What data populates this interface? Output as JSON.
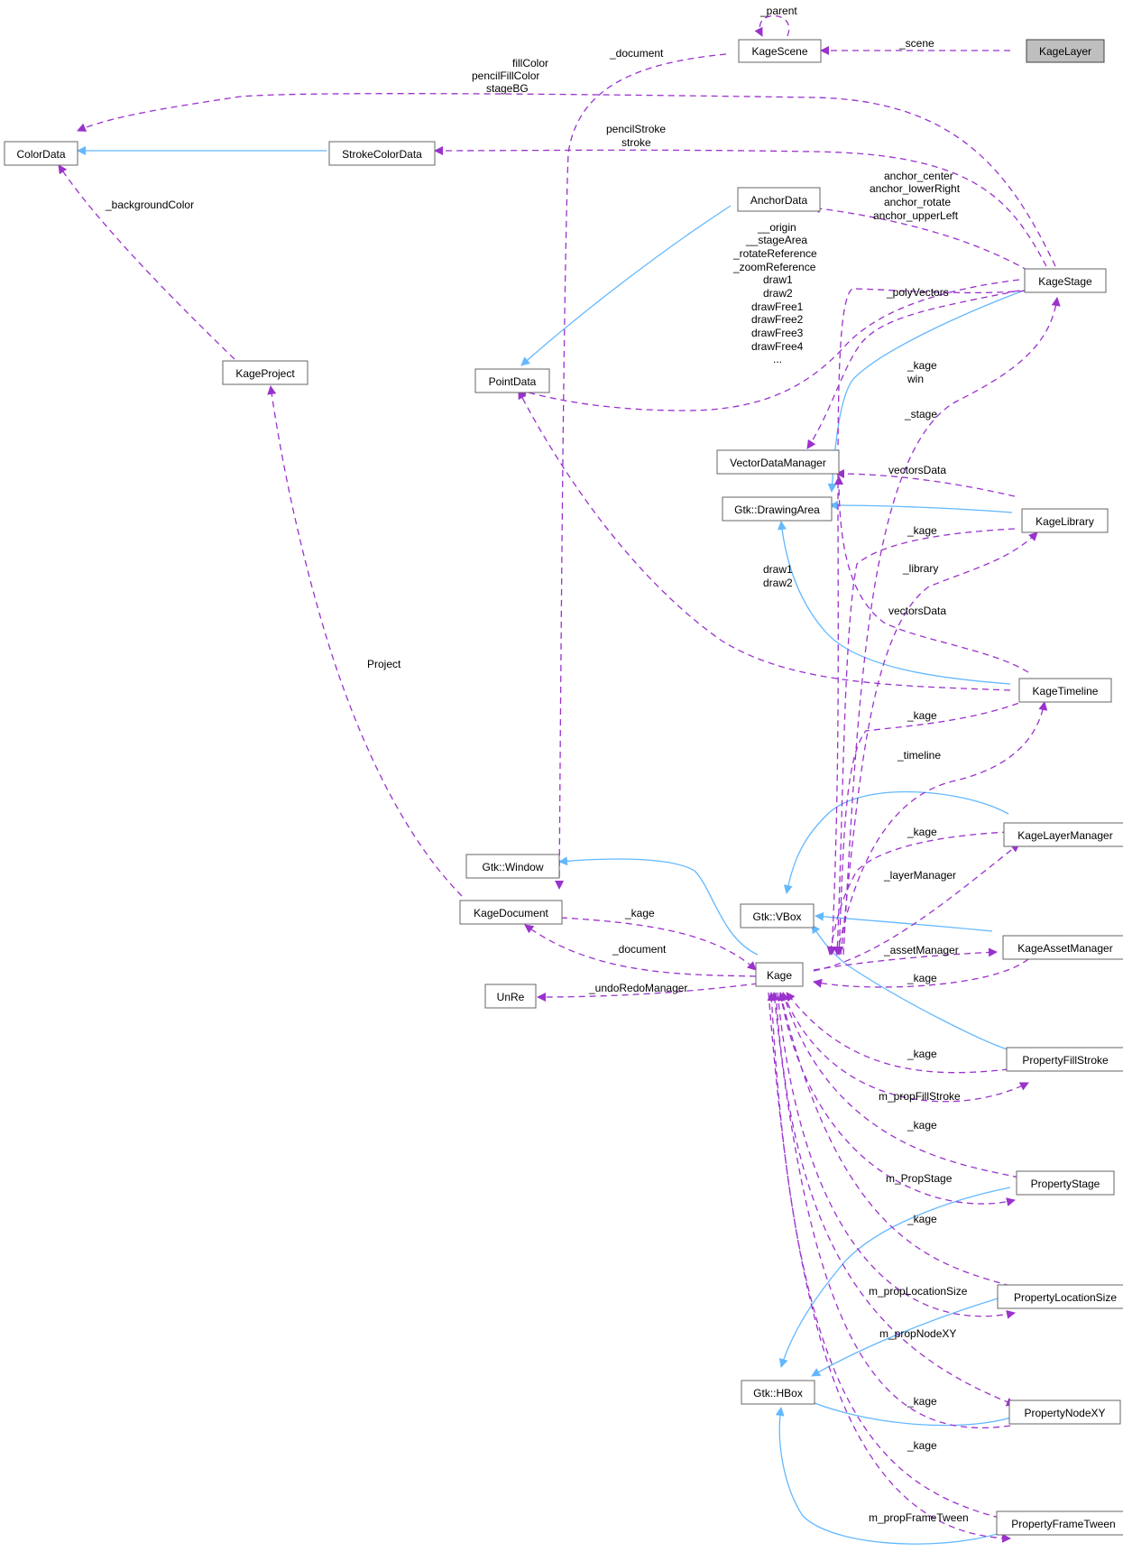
{
  "nodes": [
    {
      "id": "KageLayer",
      "label": "KageLayer",
      "highlight": true
    },
    {
      "id": "KageScene",
      "label": "KageScene"
    },
    {
      "id": "ColorData",
      "label": "ColorData"
    },
    {
      "id": "StrokeColorData",
      "label": "StrokeColorData"
    },
    {
      "id": "AnchorData",
      "label": "AnchorData"
    },
    {
      "id": "KageStage",
      "label": "KageStage"
    },
    {
      "id": "KageProject",
      "label": "KageProject"
    },
    {
      "id": "PointData",
      "label": "PointData"
    },
    {
      "id": "VectorDataManager",
      "label": "VectorDataManager"
    },
    {
      "id": "DrawingArea",
      "label": "Gtk::DrawingArea"
    },
    {
      "id": "KageLibrary",
      "label": "KageLibrary"
    },
    {
      "id": "KageTimeline",
      "label": "KageTimeline"
    },
    {
      "id": "KageLayerManager",
      "label": "KageLayerManager"
    },
    {
      "id": "Window",
      "label": "Gtk::Window"
    },
    {
      "id": "KageDocument",
      "label": "KageDocument"
    },
    {
      "id": "VBox",
      "label": "Gtk::VBox"
    },
    {
      "id": "KageAssetManager",
      "label": "KageAssetManager"
    },
    {
      "id": "Kage",
      "label": "Kage"
    },
    {
      "id": "UnRe",
      "label": "UnRe"
    },
    {
      "id": "PropertyFillStroke",
      "label": "PropertyFillStroke"
    },
    {
      "id": "PropertyStage",
      "label": "PropertyStage"
    },
    {
      "id": "PropertyLocationSize",
      "label": "PropertyLocationSize"
    },
    {
      "id": "HBox",
      "label": "Gtk::HBox"
    },
    {
      "id": "PropertyNodeXY",
      "label": "PropertyNodeXY"
    },
    {
      "id": "PropertyFrameTween",
      "label": "PropertyFrameTween"
    }
  ],
  "edge_labels": {
    "parent": "_parent",
    "scene": "_scene",
    "document_scene": "_document",
    "colors": [
      "fillColor",
      "pencilFillColor",
      "stageBG"
    ],
    "stroke_colors": [
      "pencilStroke",
      "stroke"
    ],
    "background_color": "_backgroundColor",
    "anchors": [
      "anchor_center",
      "anchor_lowerRight",
      "anchor_rotate",
      "anchor_upperLeft"
    ],
    "points": [
      "__origin",
      "__stageArea",
      "_rotateReference",
      "_zoomReference",
      "draw1",
      "draw2",
      "drawFree1",
      "drawFree2",
      "drawFree3",
      "drawFree4",
      "..."
    ],
    "poly_vectors": "_polyVectors",
    "kage_win": [
      "_kage",
      "win"
    ],
    "stage": "_stage",
    "vectors_data_library": "vectorsData",
    "kage_library": "_kage",
    "timeline_draw": [
      "draw1",
      "draw2"
    ],
    "library": "_library",
    "vectors_data_timeline": "vectorsData",
    "project": "Project",
    "kage_timeline": "_kage",
    "timeline": "_timeline",
    "kage_layer_manager": "_kage",
    "layer_manager": "_layerManager",
    "kage_document": "_kage",
    "document": "_document",
    "asset_manager": "_assetManager",
    "kage_asset_manager": "_kage",
    "undo_redo": "_undoRedoManager",
    "kage_fill_stroke": "_kage",
    "prop_fill_stroke": "m_propFillStroke",
    "kage_prop_stage": "_kage",
    "prop_stage": "m_PropStage",
    "kage_location_size": "_kage",
    "prop_location_size": "m_propLocationSize",
    "prop_node_xy": "m_propNodeXY",
    "kage_node_xy": "_kage",
    "kage_frame_tween": "_kage",
    "prop_frame_tween": "m_propFrameTween"
  },
  "colors": {
    "inheritance": "#63b8ff",
    "usage": "#9a32cd",
    "highlight_fill": "#bfbfbf",
    "node_border": "#666666"
  }
}
